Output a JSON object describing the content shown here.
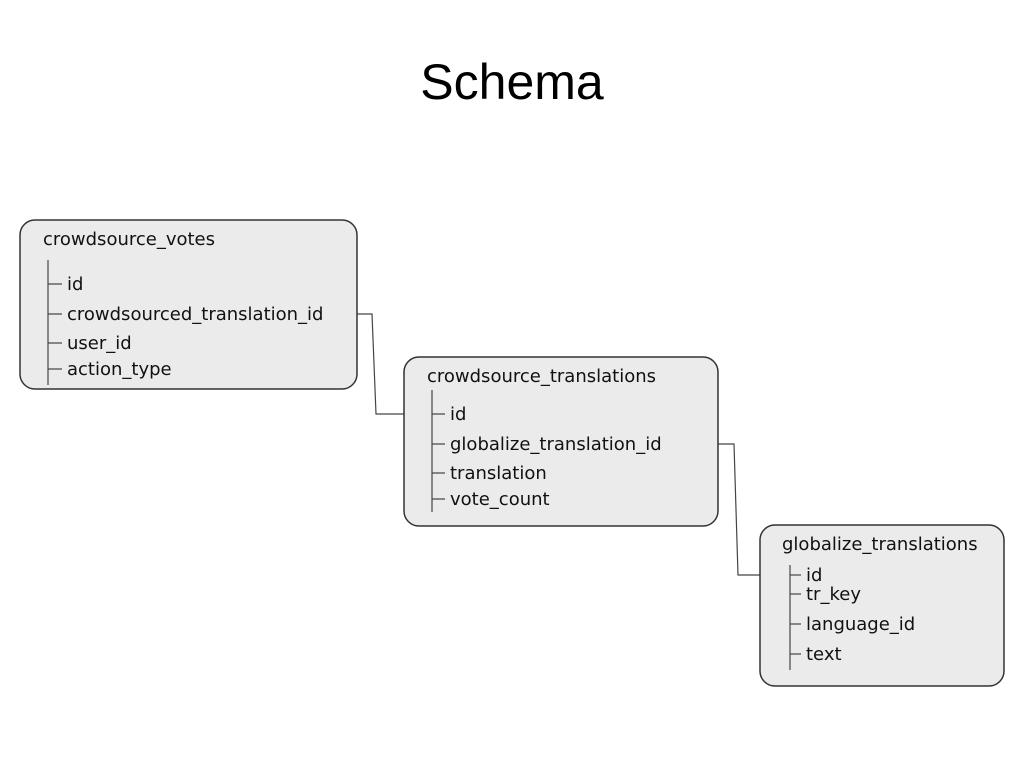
{
  "title": "Schema",
  "colors": {
    "box_fill": "#ebebeb",
    "box_stroke": "#333333",
    "line": "#444444",
    "text": "#111111"
  },
  "tables": [
    {
      "name": "crowdsource_votes",
      "fields": [
        "id",
        "crowdsourced_translation_id",
        "user_id",
        "action_type"
      ]
    },
    {
      "name": "crowdsource_translations",
      "fields": [
        "id",
        "globalize_translation_id",
        "translation",
        "vote_count"
      ]
    },
    {
      "name": "globalize_translations",
      "fields": [
        "id",
        "tr_key",
        "language_id",
        "text"
      ]
    }
  ],
  "relations": [
    {
      "from_table": "crowdsource_votes",
      "from_field": "crowdsourced_translation_id",
      "to_table": "crowdsource_translations",
      "to_field": "id"
    },
    {
      "from_table": "crowdsource_translations",
      "from_field": "globalize_translation_id",
      "to_table": "globalize_translations",
      "to_field": "id"
    }
  ]
}
